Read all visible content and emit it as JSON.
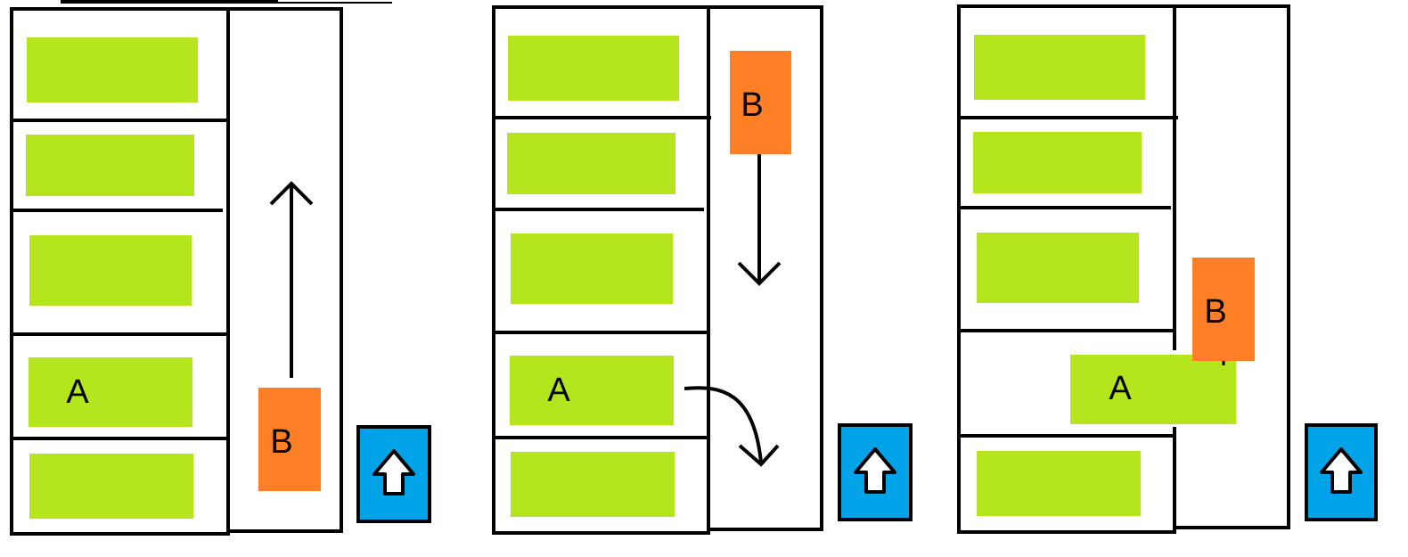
{
  "colors": {
    "slot": "#b5e61d",
    "block": "#ff7f27",
    "button": "#00a2e8",
    "outline": "#000000",
    "background": "#ffffff"
  },
  "labels": {
    "a": "A",
    "b": "B"
  },
  "panels": [
    {
      "name": "panel-1",
      "a_label": "A",
      "b_label": "B",
      "arrow": "up-arrow",
      "button_icon": "up-arrow-icon"
    },
    {
      "name": "panel-2",
      "a_label": "A",
      "b_label": "B",
      "arrow": "down-arrow",
      "button_icon": "up-arrow-icon"
    },
    {
      "name": "panel-3",
      "a_label": "A",
      "b_label": "B",
      "arrow": "none",
      "button_icon": "up-arrow-icon"
    }
  ]
}
